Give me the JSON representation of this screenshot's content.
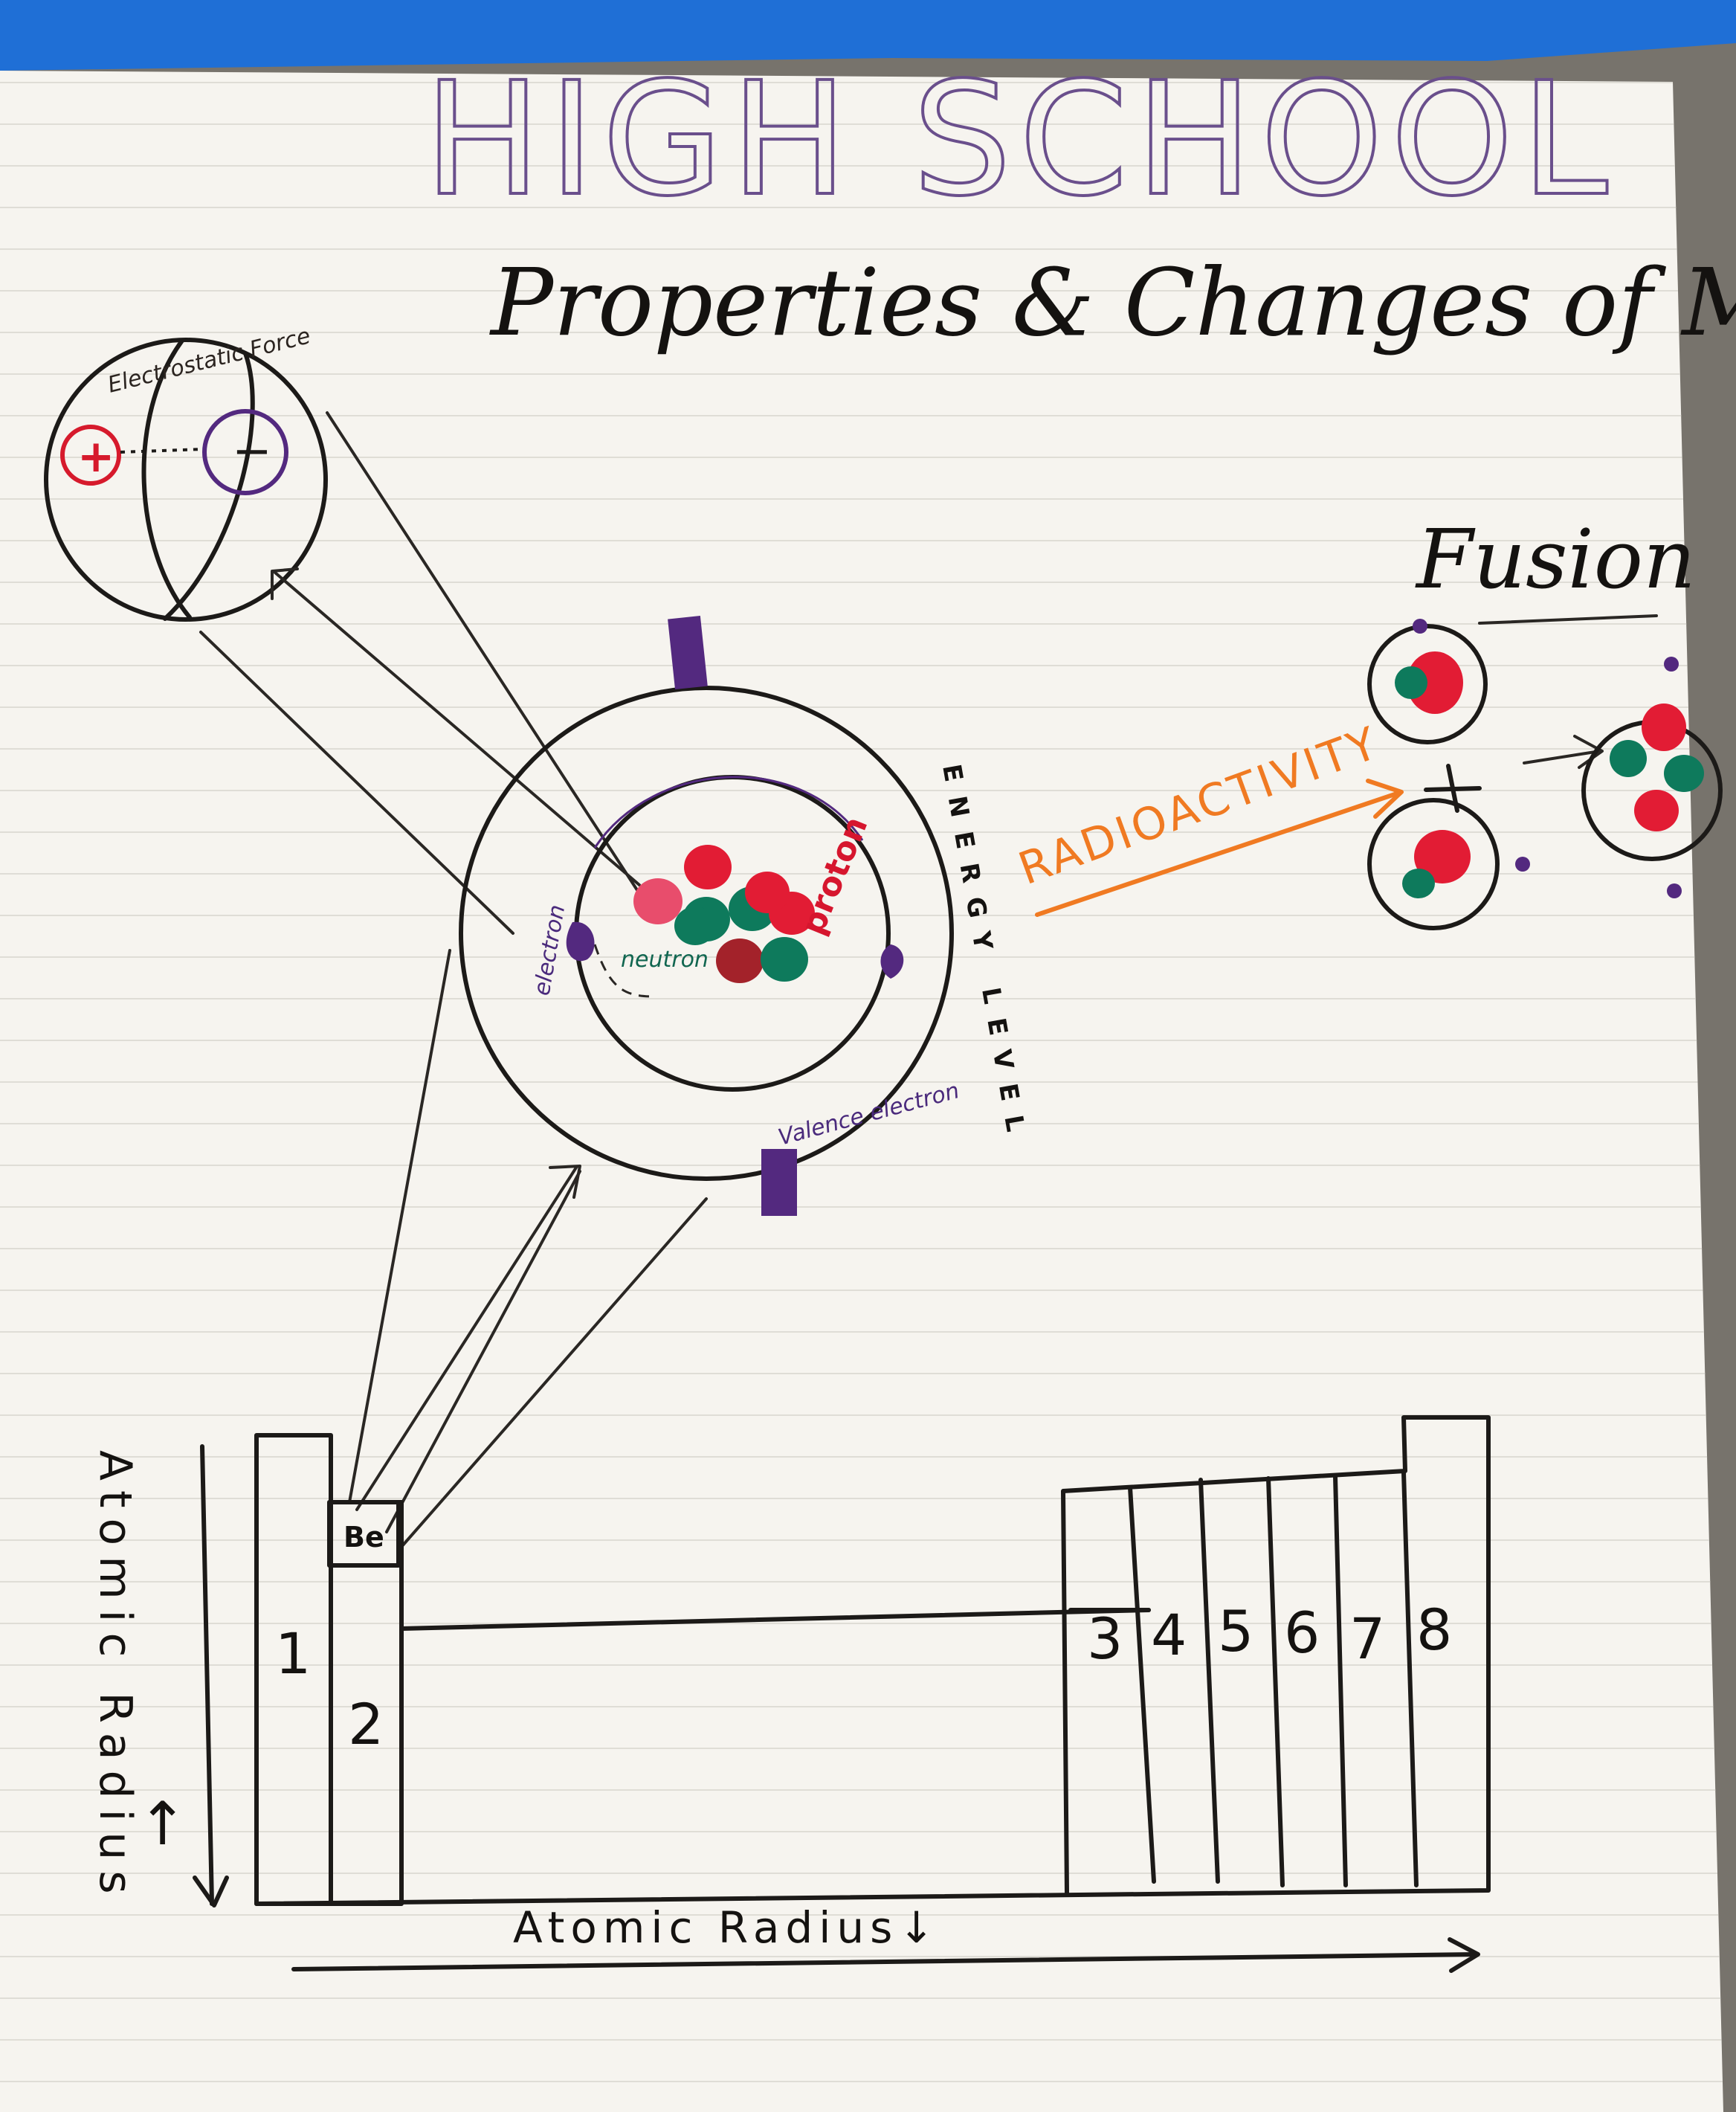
{
  "titles": {
    "line1": "HIGH SCHOOL",
    "line2": "Properties & Changes of Matter"
  },
  "force_inset": {
    "label": "Electrostatic Force",
    "positive_symbol": "+",
    "negative_symbol": "−"
  },
  "atom": {
    "proton_label": "proton",
    "neutron_label": "neutron",
    "electron_label": "electron",
    "valence_label": "Valence electron",
    "energy_level_label": "ENERGY LEVEL"
  },
  "radioactivity_label": "RADIOACTIVITY",
  "fusion": {
    "title": "Fusion",
    "plus_symbol": "+"
  },
  "periodic_table": {
    "element_box": "Be",
    "group_labels": [
      "1",
      "2",
      "3",
      "4",
      "5",
      "6",
      "7",
      "8"
    ],
    "vertical_axis_label": "Atomic Radius",
    "vertical_axis_arrow": "↑",
    "horizontal_axis_label": "Atomic Radius↓"
  },
  "colors": {
    "tape": "#1f6fd6",
    "paper": "#f6f4ef",
    "proton": "#e21c34",
    "neutron": "#0e7a5c",
    "electron": "#53297f",
    "radioactivity": "#f07a22",
    "title1": "#6a4f8c"
  }
}
